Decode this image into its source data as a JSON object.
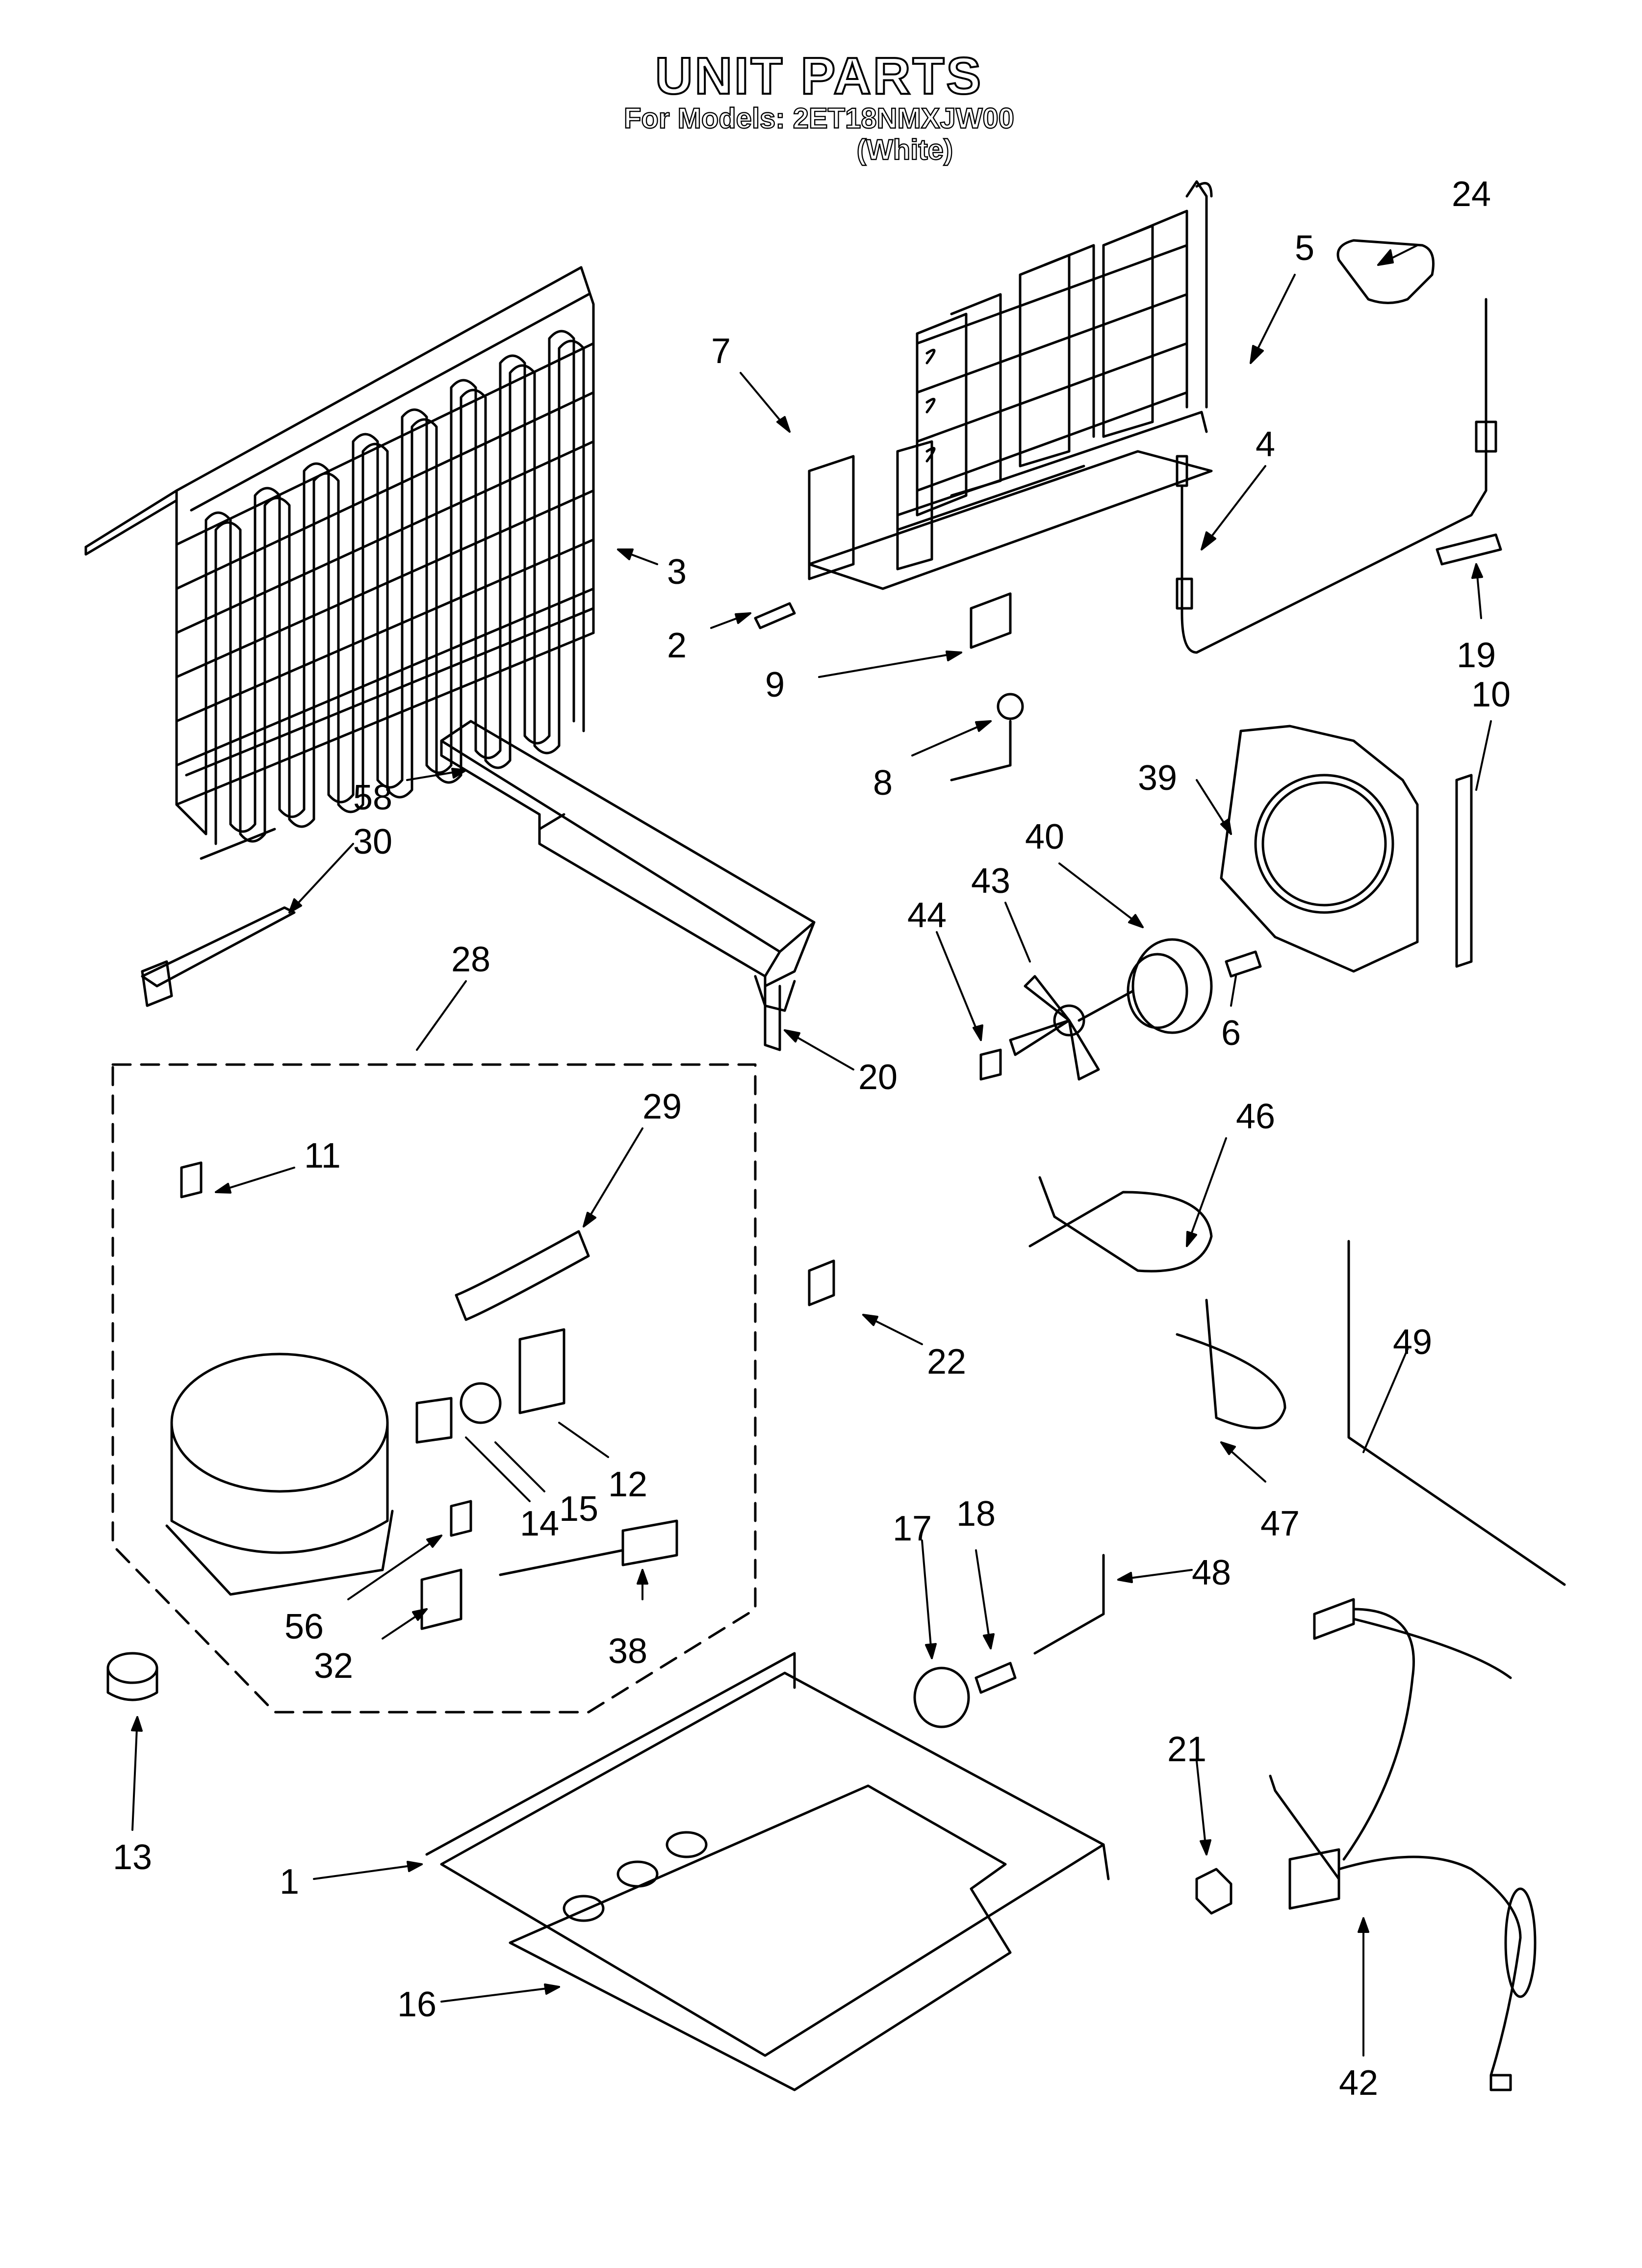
{
  "title": "UNIT PARTS",
  "models_line": "For Models: 2ET18NMXJW00",
  "color_line": "(White)",
  "parts": [
    {
      "id": "1"
    },
    {
      "id": "2"
    },
    {
      "id": "3"
    },
    {
      "id": "4"
    },
    {
      "id": "5"
    },
    {
      "id": "6"
    },
    {
      "id": "7"
    },
    {
      "id": "8"
    },
    {
      "id": "9"
    },
    {
      "id": "10"
    },
    {
      "id": "11"
    },
    {
      "id": "12"
    },
    {
      "id": "13"
    },
    {
      "id": "14"
    },
    {
      "id": "15"
    },
    {
      "id": "16"
    },
    {
      "id": "17"
    },
    {
      "id": "18"
    },
    {
      "id": "19"
    },
    {
      "id": "20"
    },
    {
      "id": "21"
    },
    {
      "id": "22"
    },
    {
      "id": "24"
    },
    {
      "id": "28"
    },
    {
      "id": "29"
    },
    {
      "id": "30"
    },
    {
      "id": "32"
    },
    {
      "id": "38"
    },
    {
      "id": "39"
    },
    {
      "id": "40"
    },
    {
      "id": "42"
    },
    {
      "id": "43"
    },
    {
      "id": "44"
    },
    {
      "id": "46"
    },
    {
      "id": "47"
    },
    {
      "id": "48"
    },
    {
      "id": "49"
    },
    {
      "id": "56"
    },
    {
      "id": "58"
    }
  ]
}
